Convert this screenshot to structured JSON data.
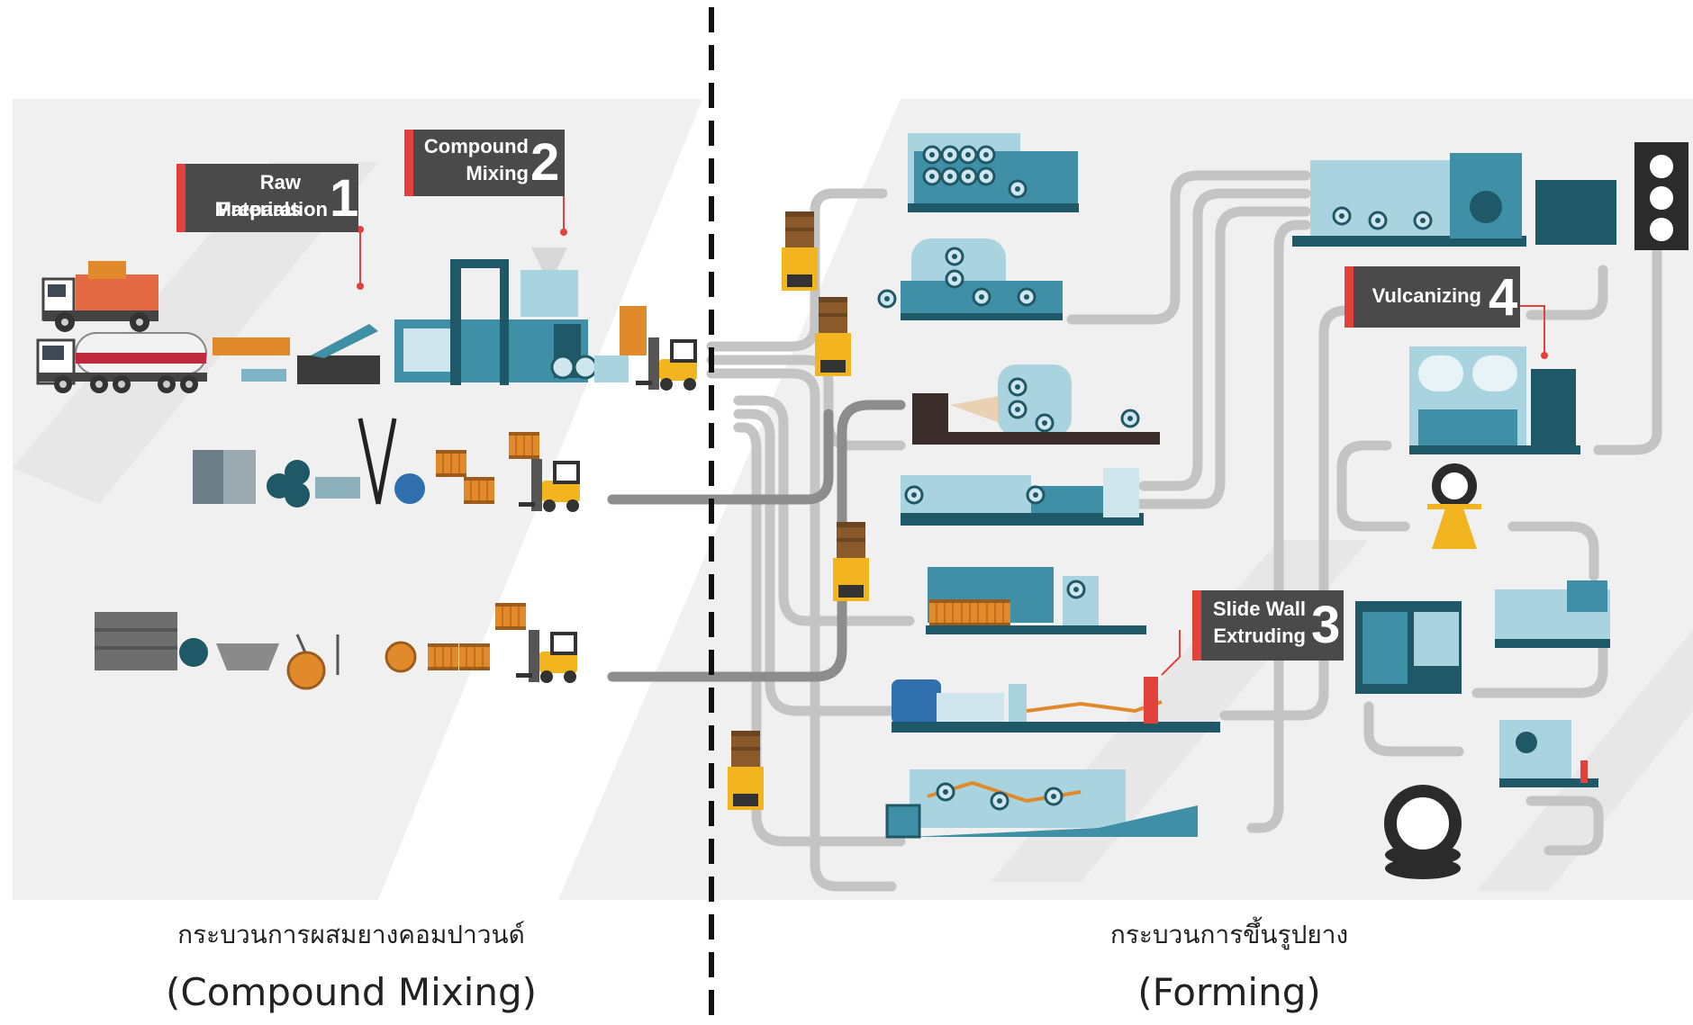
{
  "stages": [
    {
      "id": "raw",
      "title_line1": "Raw Materials",
      "title_line2": "Preparation",
      "number": "1"
    },
    {
      "id": "mix",
      "title_line1": "Compound",
      "title_line2": "Mixing",
      "number": "2"
    },
    {
      "id": "slide",
      "title_line1": "Slide Wall",
      "title_line2": "Extruding",
      "number": "3"
    },
    {
      "id": "vulc",
      "title_line1": "Vulcanizing",
      "title_line2": "",
      "number": "4"
    }
  ],
  "captions": {
    "left_thai": "กระบวนการผสมยางคอมปาวนด์",
    "left_eng": "(Compound Mixing)",
    "right_thai": "กระบวนการขึ้นรูปยาง",
    "right_eng": "(Forming)"
  },
  "colors": {
    "label_bg": "#4a4a4a",
    "label_accent": "#e2423b",
    "machine_teal": "#3f8fa6",
    "machine_light": "#a9d3df",
    "machine_dark": "#1f5866",
    "forklift_yellow": "#f2b51f",
    "spool_orange": "#e08a2c",
    "pipe_gray": "#bdbdbd",
    "divider": "#111111"
  }
}
